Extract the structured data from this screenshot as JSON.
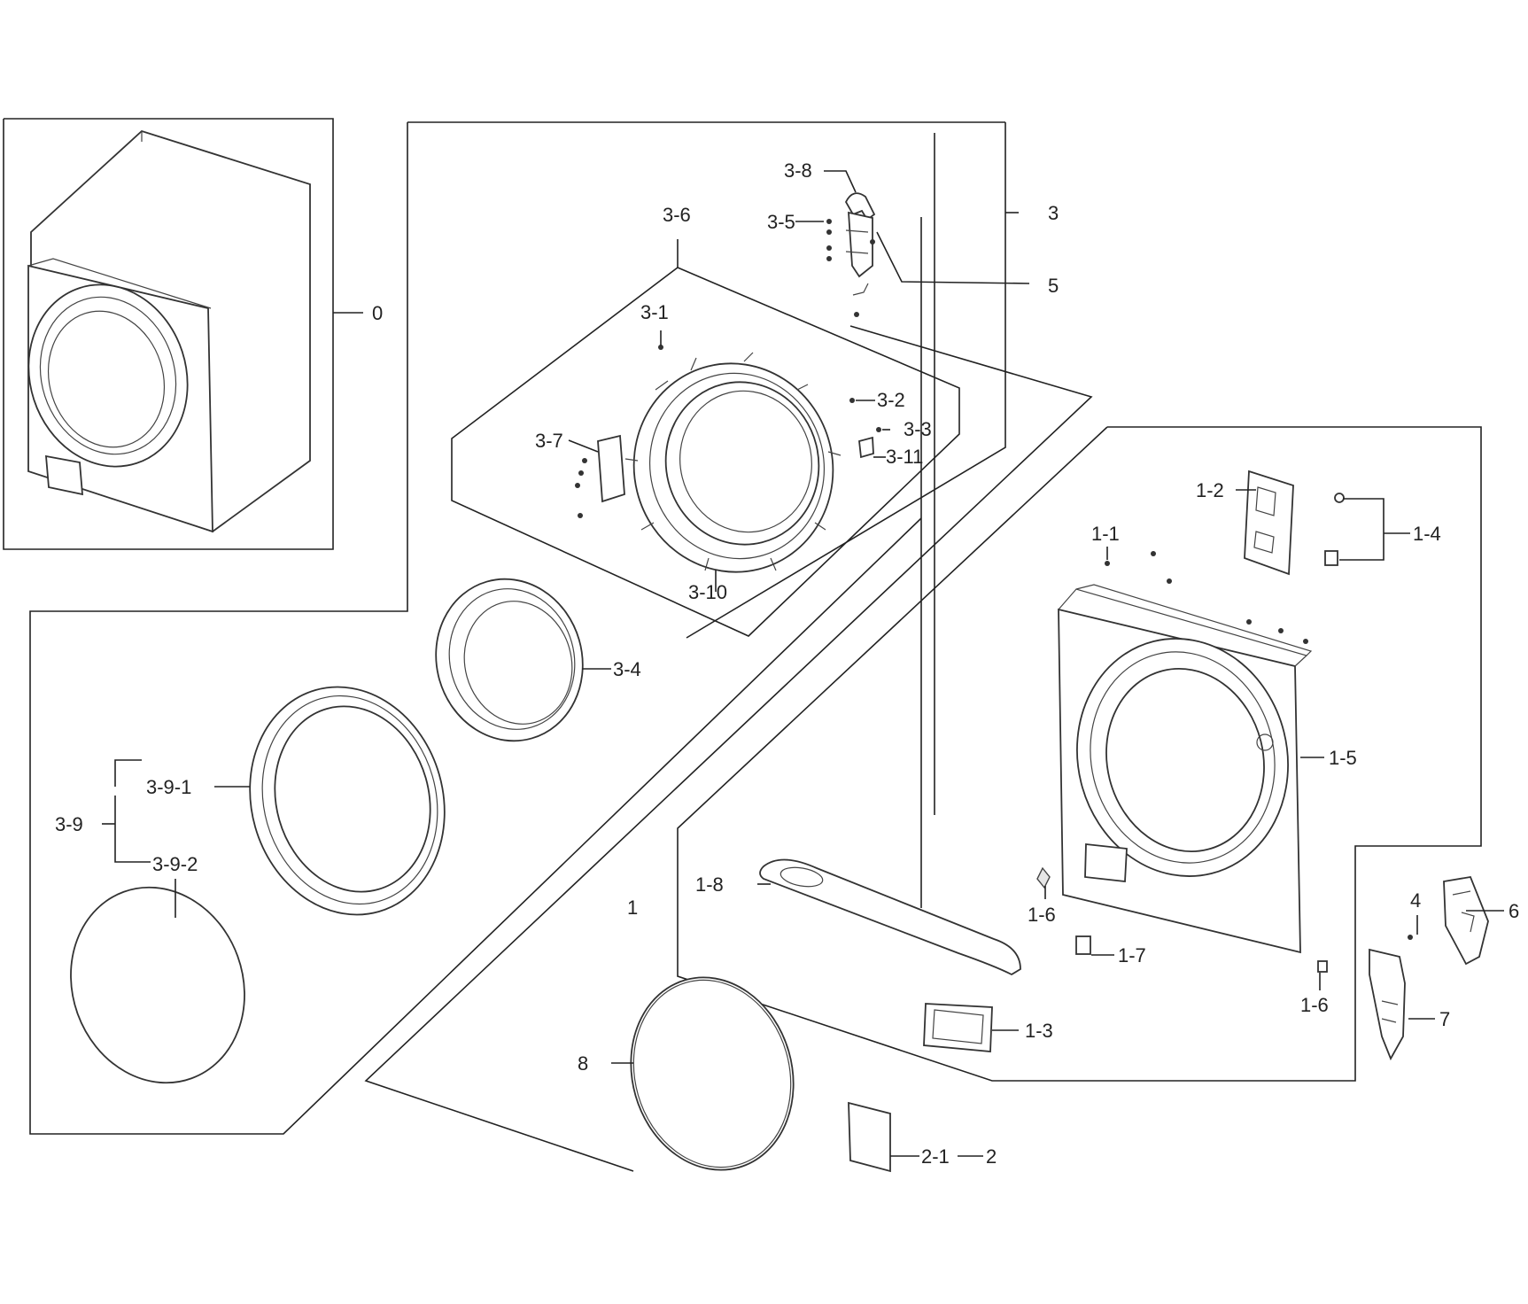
{
  "diagram": {
    "colors": {
      "line": "#222222",
      "background": "#ffffff",
      "shade": "#e6e6e6"
    },
    "labels": {
      "l0": "0",
      "l1": "1",
      "l1_1": "1-1",
      "l1_2": "1-2",
      "l1_3": "1-3",
      "l1_4": "1-4",
      "l1_5": "1-5",
      "l1_6a": "1-6",
      "l1_6b": "1-6",
      "l1_7": "1-7",
      "l1_8": "1-8",
      "l2": "2",
      "l2_1": "2-1",
      "l3": "3",
      "l3_1": "3-1",
      "l3_2": "3-2",
      "l3_3": "3-3",
      "l3_4": "3-4",
      "l3_5": "3-5",
      "l3_6": "3-6",
      "l3_7": "3-7",
      "l3_8": "3-8",
      "l3_9": "3-9",
      "l3_9_1": "3-9-1",
      "l3_9_2": "3-9-2",
      "l3_10": "3-10",
      "l3_11": "3-11",
      "l4": "4",
      "l5": "5",
      "l6": "6",
      "l7": "7",
      "l8": "8"
    }
  }
}
